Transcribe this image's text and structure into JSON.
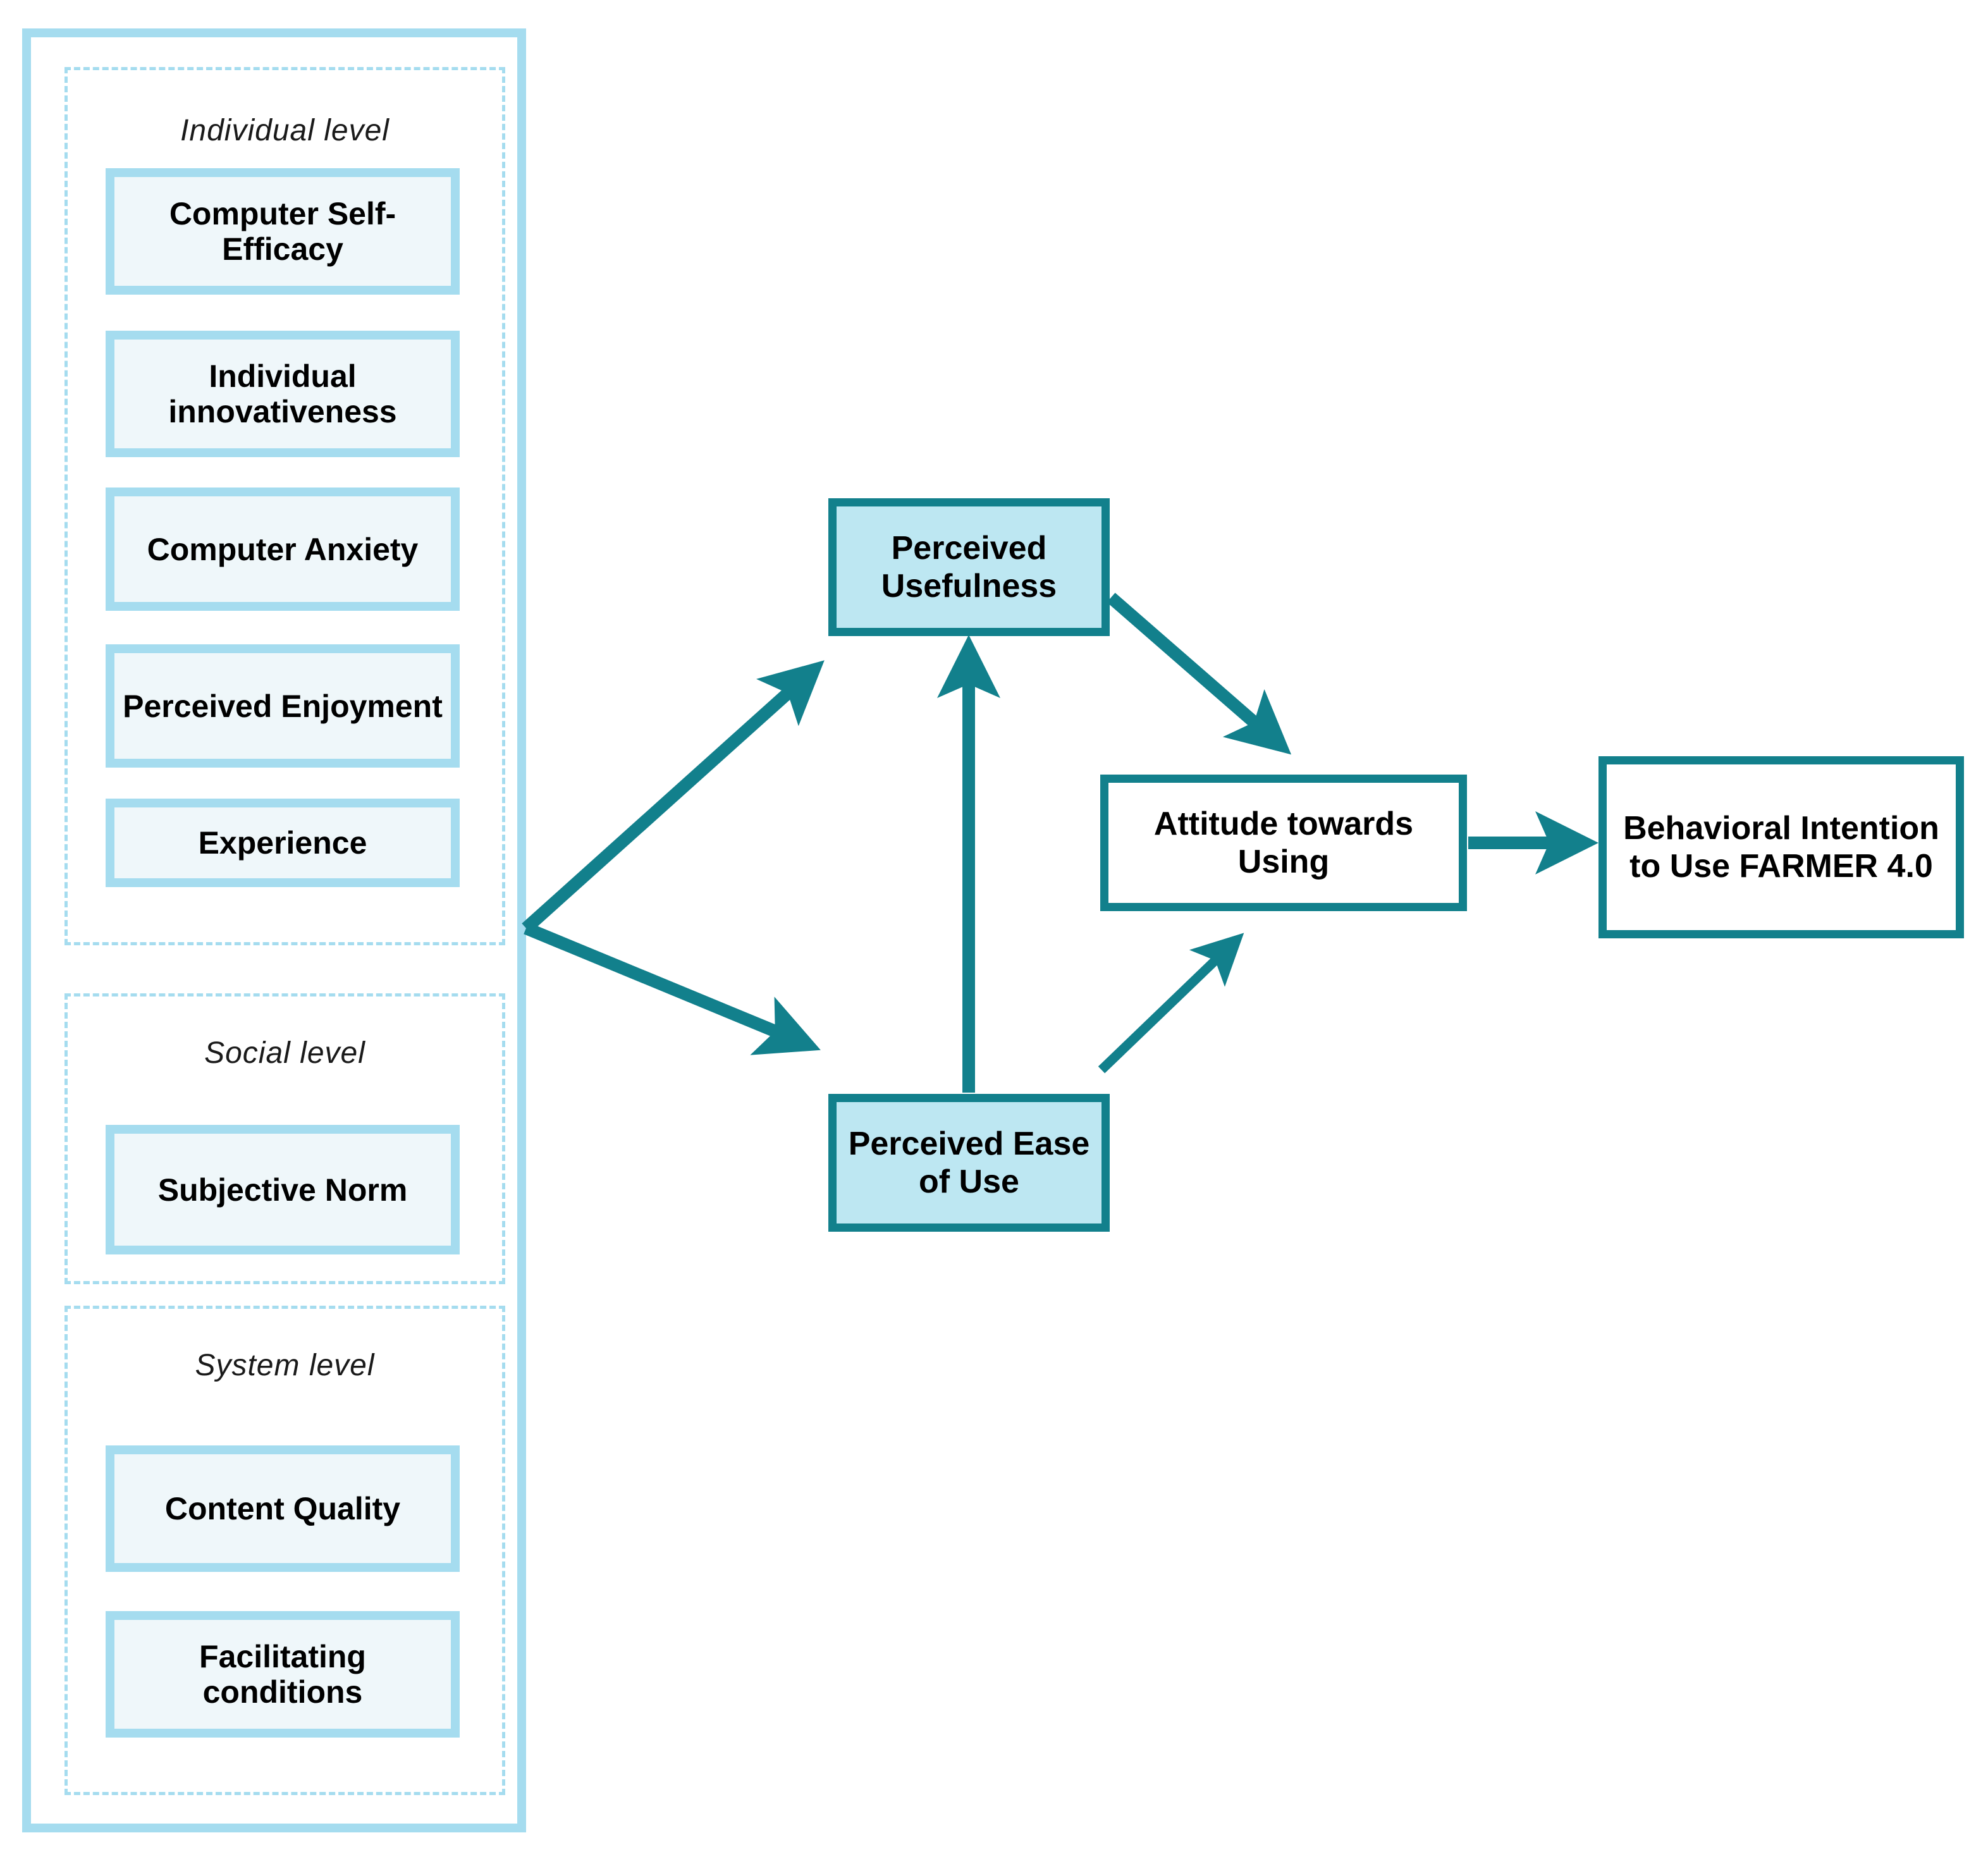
{
  "diagram": {
    "title_visible": false,
    "colors": {
      "light_blue_border": "#A5DCEF",
      "light_blue_fill": "#EFF7FA",
      "node_fill": "#BDE7F2",
      "teal": "#12808C",
      "text": "#000000",
      "background": "#FFFFFF"
    }
  },
  "antecedents": {
    "groups": [
      {
        "id": "individual",
        "title": "Individual  level",
        "items": [
          {
            "id": "cse",
            "label": "Computer Self-Efficacy"
          },
          {
            "id": "ii",
            "label": "Individual innovativeness"
          },
          {
            "id": "ca",
            "label": "Computer Anxiety"
          },
          {
            "id": "pe",
            "label": "Perceived Enjoyment"
          },
          {
            "id": "exp",
            "label": "Experience"
          }
        ]
      },
      {
        "id": "social",
        "title": "Social level",
        "items": [
          {
            "id": "sn",
            "label": "Subjective Norm"
          }
        ]
      },
      {
        "id": "system",
        "title": "System level",
        "items": [
          {
            "id": "cq",
            "label": "Content Quality"
          },
          {
            "id": "fc",
            "label": "Facilitating conditions"
          }
        ]
      }
    ]
  },
  "model": {
    "nodes": [
      {
        "id": "pu",
        "label": "Perceived Usefulness",
        "style": "filled"
      },
      {
        "id": "peou",
        "label": "Perceived Ease of Use",
        "style": "filled"
      },
      {
        "id": "att",
        "label": "Attitude towards Using",
        "style": "plain"
      },
      {
        "id": "bi",
        "label": "Behavioral Intention to Use FARMER 4.0",
        "style": "plain"
      }
    ],
    "edges": [
      {
        "from": "antecedents",
        "to": "pu",
        "kind": "branch-up"
      },
      {
        "from": "antecedents",
        "to": "peou",
        "kind": "branch-down"
      },
      {
        "from": "peou",
        "to": "pu",
        "kind": "vertical-up"
      },
      {
        "from": "pu",
        "to": "att",
        "kind": "diagonal-down"
      },
      {
        "from": "peou",
        "to": "att",
        "kind": "diagonal-up"
      },
      {
        "from": "att",
        "to": "bi",
        "kind": "horizontal"
      }
    ]
  }
}
